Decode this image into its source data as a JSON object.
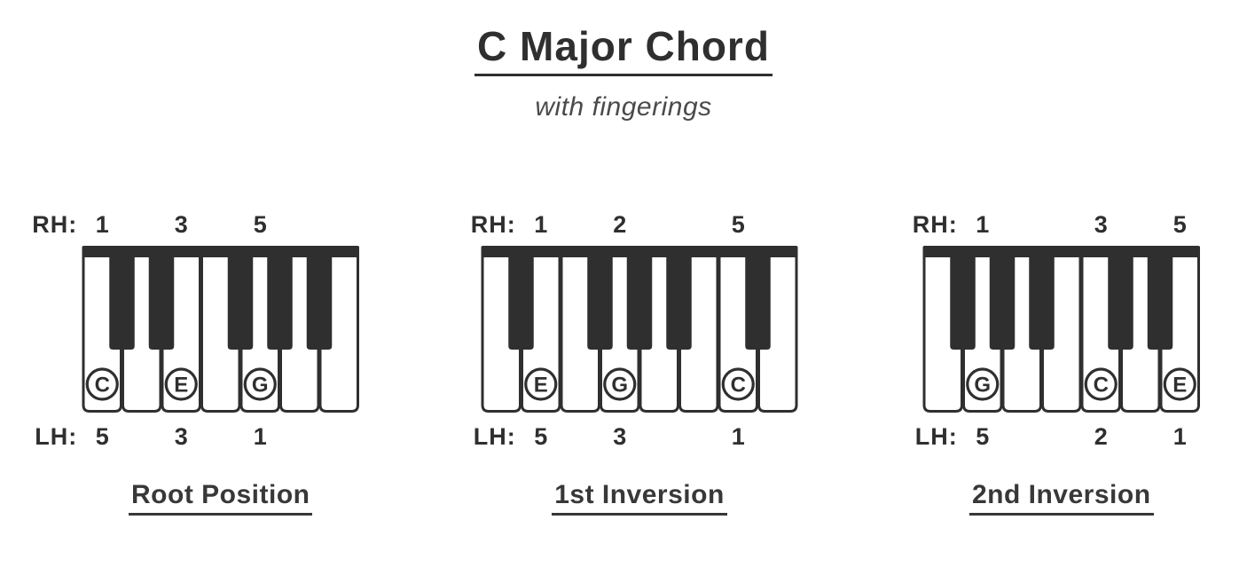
{
  "title": {
    "text": "C Major Chord"
  },
  "subtitle": {
    "text": "with fingerings"
  },
  "labels": {
    "right_hand": "RH:",
    "left_hand": "LH:"
  },
  "colors": {
    "ink": "#2f2f2f",
    "subtitle_gray": "#4a4a4a",
    "key_white": "#ffffff"
  },
  "diagrams": [
    {
      "caption": "Root Position",
      "white_keys": [
        "C",
        "D",
        "E",
        "F",
        "G",
        "A",
        "B"
      ],
      "black_keys_after_white_index": [
        0,
        1,
        3,
        4,
        5
      ],
      "chord_notes": [
        {
          "note": "C",
          "white_index": 0,
          "rh_finger": "1",
          "lh_finger": "5"
        },
        {
          "note": "E",
          "white_index": 2,
          "rh_finger": "3",
          "lh_finger": "3"
        },
        {
          "note": "G",
          "white_index": 4,
          "rh_finger": "5",
          "lh_finger": "1"
        }
      ]
    },
    {
      "caption": "1st Inversion",
      "white_keys": [
        "D",
        "E",
        "F",
        "G",
        "A",
        "B",
        "C",
        "D"
      ],
      "black_keys_after_white_index": [
        0,
        2,
        3,
        4,
        6
      ],
      "chord_notes": [
        {
          "note": "E",
          "white_index": 1,
          "rh_finger": "1",
          "lh_finger": "5"
        },
        {
          "note": "G",
          "white_index": 3,
          "rh_finger": "2",
          "lh_finger": "3"
        },
        {
          "note": "C",
          "white_index": 6,
          "rh_finger": "5",
          "lh_finger": "1"
        }
      ]
    },
    {
      "caption": "2nd Inversion",
      "white_keys": [
        "F",
        "G",
        "A",
        "B",
        "C",
        "D",
        "E"
      ],
      "black_keys_after_white_index": [
        0,
        1,
        2,
        4,
        5
      ],
      "chord_notes": [
        {
          "note": "G",
          "white_index": 1,
          "rh_finger": "1",
          "lh_finger": "5"
        },
        {
          "note": "C",
          "white_index": 4,
          "rh_finger": "3",
          "lh_finger": "2"
        },
        {
          "note": "E",
          "white_index": 6,
          "rh_finger": "5",
          "lh_finger": "1"
        }
      ]
    }
  ]
}
